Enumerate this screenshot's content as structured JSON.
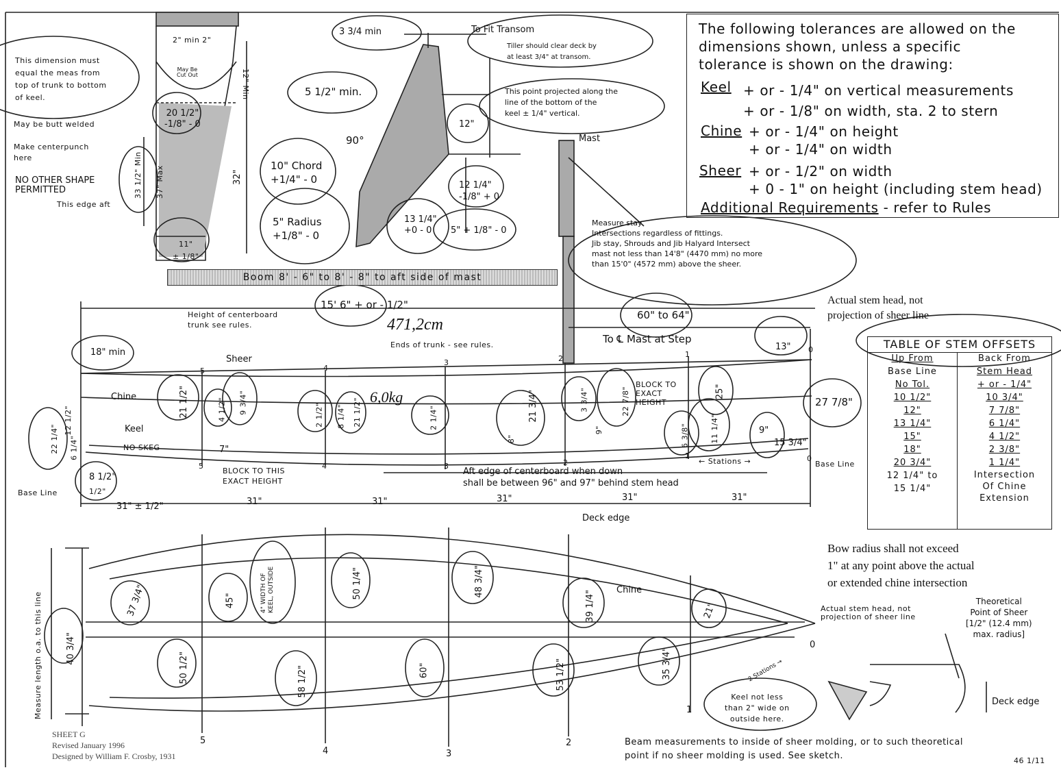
{
  "top_left": {
    "width_label": "2\" min 2\"",
    "dimension_note": [
      "This dimension must",
      "equal the meas from",
      "top of trunk to bottom",
      "of keel."
    ],
    "may_be_cut_out": [
      "May Be",
      "Cut Out"
    ],
    "butt_welded": "May be butt welded",
    "centerpunch": [
      "Make centerpunch",
      "here"
    ],
    "no_other_shape": [
      "NO OTHER SHAPE",
      "PERMITTED"
    ],
    "edge_aft": "This edge aft",
    "trunk_dim": [
      "20 1/2\"",
      "-1/8\" - 0"
    ],
    "min_12": "12\" Min",
    "dim_32": "32\"",
    "dim_33": "33 1/2\" Min",
    "dim_37": "37\" Max",
    "bottom_11": [
      "11\"",
      "± 1/8\""
    ]
  },
  "rudder": {
    "min_3_3_4": "3 3/4 min",
    "to_fit_transom": "To Fit Transom",
    "tiller_note": [
      "Tiller should clear deck by",
      "at least 3/4\" at transom."
    ],
    "min_5_1_2": "5 1/2\" min.",
    "projected_note": [
      "This point projected along the",
      "line of the bottom of the",
      "keel ± 1/4\" vertical."
    ],
    "dim_12": "12\"",
    "angle_90": "90°",
    "chord": [
      "10\" Chord",
      "+1/4\" - 0"
    ],
    "radius": [
      "5\" Radius",
      "+1/8\" - 0"
    ],
    "dim_12_1_4": [
      "12 1/4\"",
      "-1/8\" + 0"
    ],
    "dim_13_1_4": [
      "13 1/4\"",
      "+0 - 0"
    ],
    "dim_5_1_8": "5\" + 1/8\" - 0"
  },
  "mast": {
    "label": "Mast",
    "stay_note": [
      "Measure stay",
      "Intersections regardless of fittings.",
      "Jib stay, Shrouds and Jib Halyard Intersect",
      "mast not less than 14'8\" (4470 mm) no more",
      "than 15'0\" (4572 mm) above the sheer."
    ]
  },
  "tolerances": {
    "intro": [
      "The following tolerances are allowed on the",
      "dimensions shown, unless a specific",
      "tolerance is shown on the drawing:"
    ],
    "keel_label": "Keel",
    "keel": [
      "+ or - 1/4\" on vertical measurements",
      "+ or - 1/8\" on width, sta. 2 to stern"
    ],
    "chine_label": "Chine",
    "chine": [
      "+ or - 1/4\" on height",
      "+ or - 1/4\" on width"
    ],
    "sheer_label": "Sheer",
    "sheer": [
      "+ or - 1/2\" on width",
      "+ 0 - 1\" on height (including stem head)"
    ],
    "additional_label": "Additional Requirements",
    "additional": "- refer to Rules"
  },
  "boom": "Boom 8' - 6\" to 8' - 8\" to aft side of mast",
  "profile": {
    "length": "15' 6\" + or - 1/2\"",
    "trunk_height": [
      "Height of centerboard",
      "trunk see rules."
    ],
    "handwritten_cm": "471,2cm",
    "ends_of_trunk": "Ends of trunk - see rules.",
    "min_18": "18\" min",
    "sheer": "Sheer",
    "chine": "Chine",
    "keel": "Keel",
    "no_skeg": "NO SKEG",
    "handwritten_kg": "6,0kg",
    "mast_step": "60\" to 64\"",
    "to_mast_at_step": "To ℄ Mast at Step",
    "dim_13": "13\"",
    "block_exact": [
      "BLOCK TO",
      "EXACT",
      "HEIGHT"
    ],
    "block_this": [
      "BLOCK TO THIS",
      "EXACT HEIGHT"
    ],
    "dims": [
      "22 1/4\"",
      "12 1/2\"",
      "6 1/4\"",
      "8 1/2\"",
      "1/2\"",
      "21 1/2\"",
      "4 1/2\"",
      "9 3/4\"",
      "7\"",
      "2 1/2\"",
      "8 1/4\"",
      "21 1/2\"",
      "2 1/4\"",
      "21 3/4\"",
      "8\"",
      "3 3/4\"",
      "9\"",
      "22 7/8\"",
      "6 3/8\"",
      "11 1/4\"",
      "25\"",
      "27 7/8\"",
      "9\"",
      "15 3/4\""
    ],
    "stations_top": [
      "5",
      "4",
      "3",
      "2",
      "1",
      "0"
    ],
    "stations_bottom": [
      "5",
      "4",
      "3",
      "2",
      "1",
      "0"
    ],
    "stations_arrow": "← Stations →",
    "base_line_left": "Base Line",
    "base_line_right": "Base Line",
    "cb_note": [
      "Aft edge of centerboard when down",
      "shall be between 96\" and 97\" behind stem head"
    ],
    "spacing": [
      "31\" ± 1/2\"",
      "31\"",
      "31\"",
      "31\"",
      "31\"",
      "31\""
    ]
  },
  "stem": {
    "note": [
      "Actual stem head, not",
      "projection of sheer line"
    ],
    "table_title": "TABLE OF STEM OFFSETS",
    "col1_head": [
      "Up From",
      "Base Line",
      "No Tol."
    ],
    "col2_head": [
      "Back From",
      "Stem Head",
      "+ or - 1/4\""
    ],
    "col1": [
      "10 1/2\"",
      "12\"",
      "13 1/4\"",
      "15\"",
      "18\"",
      "20 3/4\"",
      "12 1/4\" to",
      "15 1/4\""
    ],
    "col2": [
      "10 3/4\"",
      "7 7/8\"",
      "6 1/4\"",
      "4 1/2\"",
      "2 3/8\"",
      "1 1/4\"",
      "Intersection",
      "Of Chine",
      "Extension"
    ]
  },
  "plan": {
    "deck_edge": "Deck edge",
    "chine": "Chine",
    "measure_note": "Measure length o.a. to this line",
    "keel_width": [
      "4\" WIDTH OF",
      "KEEL, OUTSIDE"
    ],
    "widths_upper": [
      "40 3/4\"",
      "37 3/4\"",
      "45\"",
      "50 1/4\"",
      "48 3/4\"",
      "39 1/4\"",
      "21\""
    ],
    "widths_lower": [
      "50 1/2\"",
      "58 1/2\"",
      "60\"",
      "53 1/2\"",
      "35 3/4\""
    ],
    "stations": [
      "5",
      "4",
      "3",
      "2",
      "1",
      "0"
    ],
    "stations_small": "2 Stations →",
    "keel_note": [
      "Keel not less",
      "than 2\" wide on",
      "outside here."
    ],
    "stem_note": [
      "Actual stem head, not",
      "projection of sheer line"
    ]
  },
  "bow": {
    "radius_note": [
      "Bow radius shall not exceed",
      "1\" at any point above the actual",
      "or extended chine intersection"
    ],
    "sheer_point": [
      "Theoretical",
      "Point of Sheer",
      "[1/2\" (12.4 mm)",
      "max. radius]"
    ],
    "deck_edge": "Deck edge"
  },
  "footer": {
    "sheet": "SHEET G",
    "revised": "Revised January 1996",
    "designed": "Designed by William F. Crosby, 1931",
    "beam_note": [
      "Beam measurements to inside of sheer molding, or to such theoretical",
      "point if no sheer molding is used. See sketch."
    ],
    "corner": "46 1/11"
  }
}
